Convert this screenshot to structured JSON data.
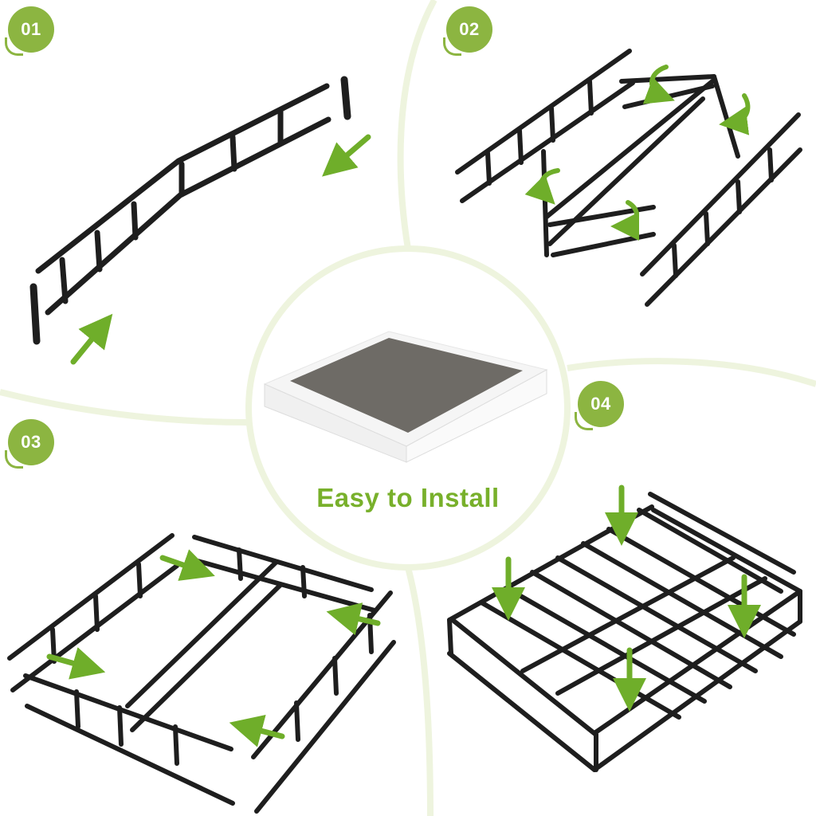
{
  "steps": [
    {
      "number": "01"
    },
    {
      "number": "02"
    },
    {
      "number": "03"
    },
    {
      "number": "04"
    }
  ],
  "headline": "Easy to Install",
  "colors": {
    "accent_green": "#8cb541",
    "headline_green": "#78b02b",
    "arrow_green": "#6fae2a",
    "ring_green": "#eef4de",
    "frame_black": "#1e1e1e",
    "mattress_gray": "#6e6b66"
  },
  "icons": [
    "assembly-arrow-icon",
    "rotate-arrow-icon",
    "drop-arrow-icon"
  ]
}
